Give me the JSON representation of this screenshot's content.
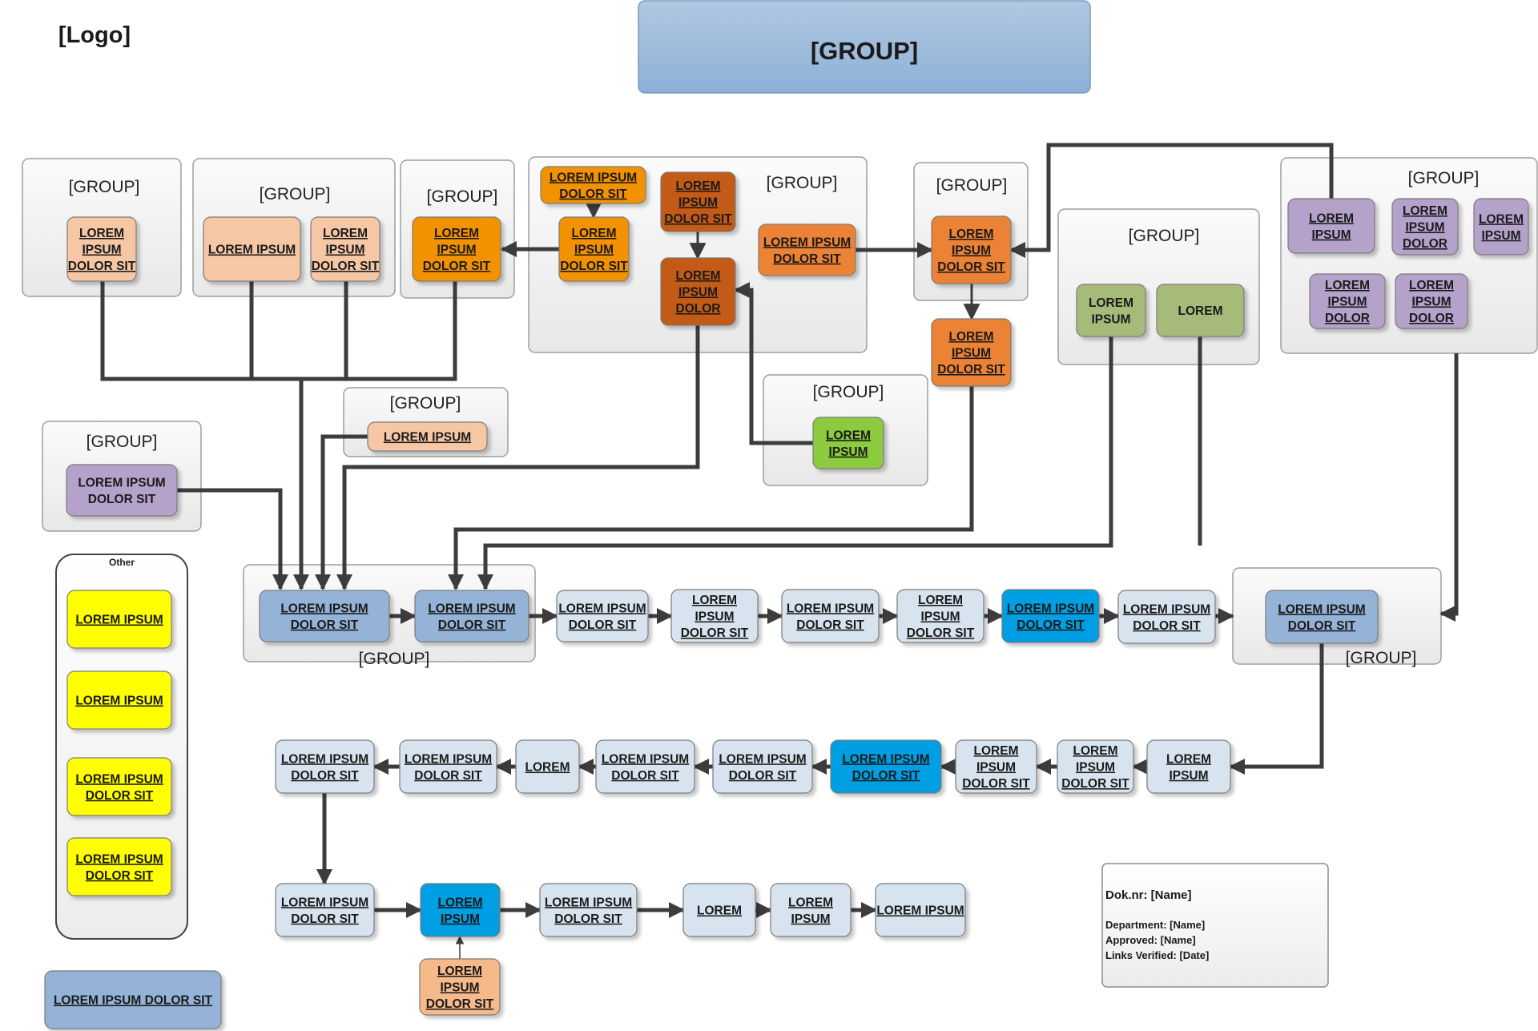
{
  "header": {
    "logo": "[Logo]",
    "title": "[GROUP]"
  },
  "groups": [
    {
      "id": "g1",
      "label": "[GROUP]"
    },
    {
      "id": "g2",
      "label": "[GROUP]"
    },
    {
      "id": "g3",
      "label": "[GROUP]"
    },
    {
      "id": "g4",
      "label": "[GROUP]"
    },
    {
      "id": "g5",
      "label": "[GROUP]"
    },
    {
      "id": "g6",
      "label": "[GROUP]"
    },
    {
      "id": "g7",
      "label": "[GROUP]"
    },
    {
      "id": "g8",
      "label": "[GROUP]"
    },
    {
      "id": "g9",
      "label": "[GROUP]"
    },
    {
      "id": "g10",
      "label": "[GROUP]"
    },
    {
      "id": "g11",
      "label": "[GROUP]"
    },
    {
      "id": "g12",
      "label": "[GROUP]"
    }
  ],
  "nodes": [
    {
      "id": "n1",
      "lines": [
        "LOREM",
        "IPSUM",
        "DOLOR SIT"
      ],
      "color": "#f6c7a4"
    },
    {
      "id": "n2",
      "lines": [
        "LOREM IPSUM"
      ],
      "color": "#f6c7a4"
    },
    {
      "id": "n3",
      "lines": [
        "LOREM",
        "IPSUM",
        "DOLOR SIT"
      ],
      "color": "#f6c7a4"
    },
    {
      "id": "n4",
      "lines": [
        "LOREM",
        "IPSUM",
        "DOLOR SIT"
      ],
      "color": "#f39200"
    },
    {
      "id": "n5",
      "lines": [
        "LOREM IPSUM",
        "DOLOR SIT"
      ],
      "color": "#f39200"
    },
    {
      "id": "n6",
      "lines": [
        "LOREM",
        "IPSUM",
        "DOLOR SIT"
      ],
      "color": "#f39200"
    },
    {
      "id": "n7",
      "lines": [
        "LOREM",
        "IPSUM",
        "DOLOR SIT"
      ],
      "color": "#c35a14"
    },
    {
      "id": "n8",
      "lines": [
        "LOREM",
        "IPSUM",
        "DOLOR"
      ],
      "color": "#c35a14"
    },
    {
      "id": "n9",
      "lines": [
        "LOREM IPSUM",
        "DOLOR SIT"
      ],
      "color": "#eb8235"
    },
    {
      "id": "n10",
      "lines": [
        "LOREM",
        "IPSUM",
        "DOLOR SIT"
      ],
      "color": "#eb8235"
    },
    {
      "id": "n11",
      "lines": [
        "LOREM",
        "IPSUM",
        "DOLOR SIT"
      ],
      "color": "#eb8235"
    },
    {
      "id": "n12",
      "lines": [
        "LOREM",
        "IPSUM"
      ],
      "color": "#8bcb3d"
    },
    {
      "id": "n13",
      "lines": [
        "LOREM IPSUM"
      ],
      "color": "#f6c7a4"
    },
    {
      "id": "n14",
      "lines": [
        "LOREM IPSUM",
        "DOLOR SIT"
      ],
      "color": "#b4a2cb",
      "plain": true
    },
    {
      "id": "n15",
      "lines": [
        "LOREM",
        "IPSUM"
      ],
      "color": "#a6bb7a",
      "plain": true
    },
    {
      "id": "n16",
      "lines": [
        "LOREM"
      ],
      "color": "#a6bb7a",
      "plain": true
    },
    {
      "id": "n17",
      "lines": [
        "LOREM",
        "IPSUM"
      ],
      "color": "#b4a2cb"
    },
    {
      "id": "n18",
      "lines": [
        "LOREM",
        "IPSUM",
        "DOLOR"
      ],
      "color": "#b4a2cb"
    },
    {
      "id": "n19",
      "lines": [
        "LOREM",
        "IPSUM"
      ],
      "color": "#b4a2cb"
    },
    {
      "id": "n20",
      "lines": [
        "LOREM",
        "IPSUM",
        "DOLOR"
      ],
      "color": "#b4a2cb"
    },
    {
      "id": "n21",
      "lines": [
        "LOREM",
        "IPSUM",
        "DOLOR"
      ],
      "color": "#b4a2cb"
    },
    {
      "id": "r1",
      "lines": [
        "LOREM IPSUM",
        "DOLOR SIT"
      ],
      "color": "#95b3d7"
    },
    {
      "id": "r2",
      "lines": [
        "LOREM IPSUM",
        "DOLOR SIT"
      ],
      "color": "#95b3d7"
    },
    {
      "id": "r3",
      "lines": [
        "LOREM IPSUM",
        "DOLOR SIT"
      ],
      "color": "#d7e4f0"
    },
    {
      "id": "r4",
      "lines": [
        "LOREM",
        "IPSUM",
        "DOLOR SIT"
      ],
      "color": "#d7e4f0"
    },
    {
      "id": "r5",
      "lines": [
        "LOREM IPSUM",
        "DOLOR SIT"
      ],
      "color": "#d7e4f0"
    },
    {
      "id": "r6",
      "lines": [
        "LOREM",
        "IPSUM",
        "DOLOR SIT"
      ],
      "color": "#d7e4f0"
    },
    {
      "id": "r7",
      "lines": [
        "LOREM IPSUM",
        "DOLOR SIT"
      ],
      "color": "#009fe3"
    },
    {
      "id": "r8",
      "lines": [
        "LOREM IPSUM",
        "DOLOR SIT"
      ],
      "color": "#d7e4f0"
    },
    {
      "id": "r9",
      "lines": [
        "LOREM IPSUM",
        "DOLOR SIT"
      ],
      "color": "#95b3d7"
    },
    {
      "id": "s1",
      "lines": [
        "LOREM",
        "IPSUM"
      ],
      "color": "#d7e4f0"
    },
    {
      "id": "s2",
      "lines": [
        "LOREM",
        "IPSUM",
        "DOLOR SIT"
      ],
      "color": "#d7e4f0"
    },
    {
      "id": "s3",
      "lines": [
        "LOREM",
        "IPSUM",
        "DOLOR SIT"
      ],
      "color": "#d7e4f0"
    },
    {
      "id": "s4",
      "lines": [
        "LOREM IPSUM",
        "DOLOR SIT"
      ],
      "color": "#009fe3"
    },
    {
      "id": "s5",
      "lines": [
        "LOREM IPSUM",
        "DOLOR SIT"
      ],
      "color": "#d7e4f0"
    },
    {
      "id": "s6",
      "lines": [
        "LOREM IPSUM",
        "DOLOR SIT"
      ],
      "color": "#d7e4f0"
    },
    {
      "id": "s7",
      "lines": [
        "LOREM"
      ],
      "color": "#d7e4f0"
    },
    {
      "id": "s8",
      "lines": [
        "LOREM IPSUM",
        "DOLOR SIT"
      ],
      "color": "#d7e4f0"
    },
    {
      "id": "s9",
      "lines": [
        "LOREM IPSUM",
        "DOLOR SIT"
      ],
      "color": "#d7e4f0"
    },
    {
      "id": "t1",
      "lines": [
        "LOREM IPSUM",
        "DOLOR SIT"
      ],
      "color": "#d7e4f0"
    },
    {
      "id": "t2",
      "lines": [
        "LOREM",
        "IPSUM"
      ],
      "color": "#009fe3"
    },
    {
      "id": "t3",
      "lines": [
        "LOREM IPSUM",
        "DOLOR SIT"
      ],
      "color": "#d7e4f0"
    },
    {
      "id": "t4",
      "lines": [
        "LOREM"
      ],
      "color": "#d7e4f0"
    },
    {
      "id": "t5",
      "lines": [
        "LOREM",
        "IPSUM"
      ],
      "color": "#d7e4f0"
    },
    {
      "id": "t6",
      "lines": [
        "LOREM IPSUM"
      ],
      "color": "#d7e4f0"
    },
    {
      "id": "t7",
      "lines": [
        "LOREM",
        "IPSUM",
        "DOLOR SIT"
      ],
      "color": "#f6b98a"
    },
    {
      "id": "o1",
      "lines": [
        "LOREM IPSUM"
      ],
      "color": "#ffff00"
    },
    {
      "id": "o2",
      "lines": [
        "LOREM IPSUM"
      ],
      "color": "#ffff00"
    },
    {
      "id": "o3",
      "lines": [
        "LOREM IPSUM",
        "DOLOR SIT"
      ],
      "color": "#ffff00"
    },
    {
      "id": "o4",
      "lines": [
        "LOREM IPSUM",
        "DOLOR SIT"
      ],
      "color": "#ffff00"
    },
    {
      "id": "legend",
      "lines": [
        "LOREM IPSUM DOLOR SIT"
      ],
      "color": "#95b3d7"
    }
  ],
  "other_panel": {
    "title": "Other"
  },
  "doc_box": {
    "doknr": "Dok.nr: [Name]",
    "department": "Department: [Name]",
    "approved": "Approved: [Name]",
    "links_verified": "Links Verified: [Date]"
  }
}
